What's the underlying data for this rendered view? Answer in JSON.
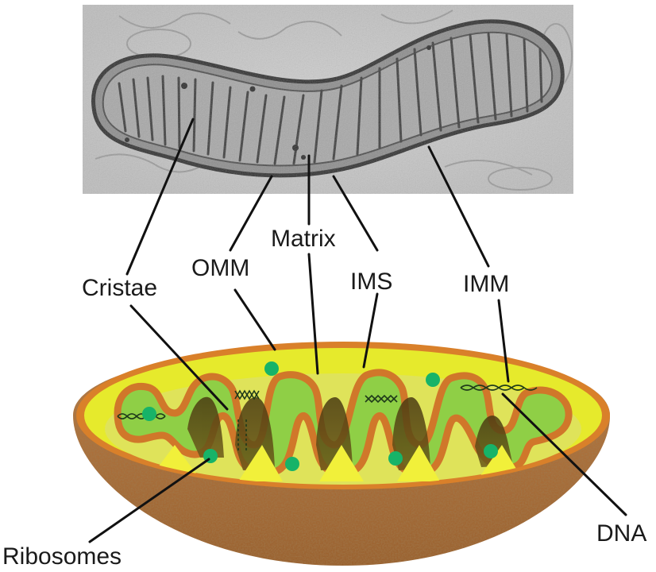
{
  "labels": {
    "cristae": "Cristae",
    "omm": "OMM",
    "matrix": "Matrix",
    "ims": "IMS",
    "imm": "IMM",
    "ribosomes": "Ribosomes",
    "dna": "DNA"
  },
  "colors": {
    "outer_shell": "#a86f3c",
    "outer_rim": "#d27a22",
    "ims_fill": "#e8ec2a",
    "matrix_fill": "#8fcf46",
    "inner_membrane": "#cf7422",
    "ribosome": "#17b368",
    "micrograph_bg": "#d9d9d9",
    "micrograph_dark": "#3c3c3c"
  },
  "icons": {
    "micrograph": "em-micrograph-image",
    "ribosome": "ribosome-dot-icon",
    "dna": "dna-helix-icon"
  }
}
